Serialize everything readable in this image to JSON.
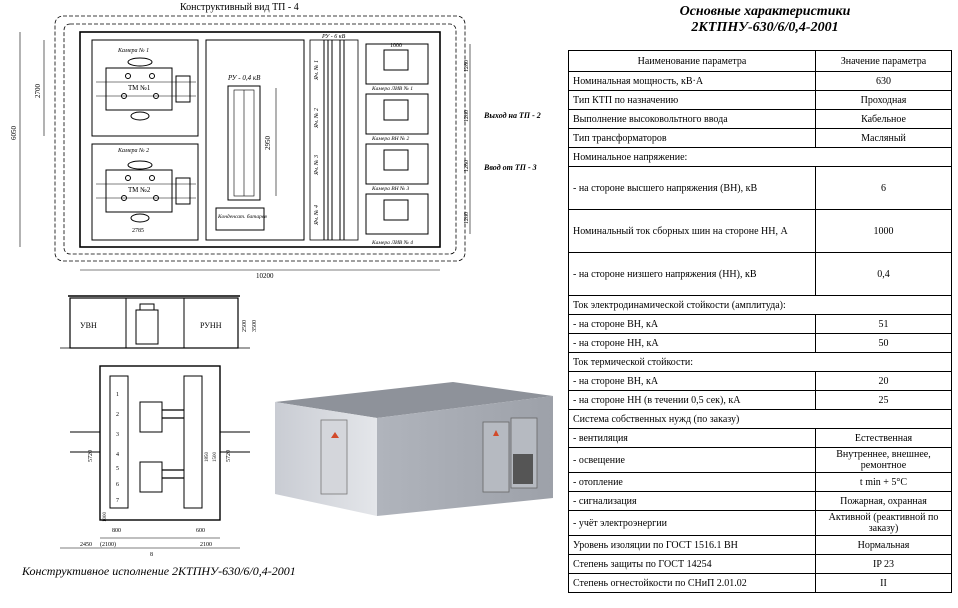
{
  "drawing": {
    "plan_title": "Конструктивный вид ТП - 4",
    "dim_total_width": "10200",
    "dim_total_height": "6050",
    "dim_chamber_height": "2700",
    "dim_chamber_width": "2785",
    "dim_ru04_height": "2950",
    "dim_cell_width": "1000",
    "dim_cell_height": "1280",
    "ru6_label": "РУ - 6 кВ",
    "ru04_label": "РУ - 0,4 кВ",
    "chamber1": "Камера № 1",
    "chamber2": "Камера № 2",
    "tm1": "ТМ №1",
    "tm2": "ТМ №2",
    "capacitor": "Конденсат. батарея",
    "cells": [
      "Камера ЛИВ № 1",
      "Камера ВН № 2",
      "Камера ВН № 3",
      "Камера ЛИВ № 4"
    ],
    "vertical_labels": [
      "Яч. № 1",
      "Яч. № 2",
      "Яч. № 3",
      "Яч. № 4"
    ],
    "exit_label": "Выход на ТП - 2",
    "entry_label": "Ввод от ТП - 3",
    "section_left": "УВН",
    "section_right": "РУНН",
    "section_h1": "2500",
    "section_h2": "3500",
    "lower_dims": [
      "2450",
      "(2100)",
      "8",
      "2100"
    ],
    "lower_dims2": [
      "800",
      "600"
    ],
    "lower_height": "5720",
    "lower_height2": "5720",
    "lower_small": [
      "1850",
      "1500",
      "1000"
    ],
    "cell_numbers": [
      "1",
      "2",
      "3",
      "4",
      "5",
      "6",
      "7"
    ],
    "caption": "Конструктивное исполнение 2КТПНУ-630/6/0,4-2001"
  },
  "spec": {
    "title_line1": "Основные характеристики",
    "title_line2": "2КТПНУ-630/6/0,4-2001",
    "header_param": "Наименование параметра",
    "header_value": "Значение параметра",
    "rows": [
      {
        "param": "Номинальная мощность, кВ·А",
        "value": "630"
      },
      {
        "param": "Тип КТП по назначению",
        "value": "Проходная"
      },
      {
        "param": "Выполнение высоковольтного ввода",
        "value": "Кабельное"
      },
      {
        "param": "Тип трансформаторов",
        "value": "Масляный"
      },
      {
        "full": "Номинальное напряжение:"
      },
      {
        "param": "- на стороне высшего напряжения (ВН), кВ",
        "value": "6",
        "tall": true
      },
      {
        "param": "Номинальный ток сборных шин на стороне НН, А",
        "value": "1000",
        "tall": true
      },
      {
        "param": "- на стороне низшего напряжения (НН), кВ",
        "value": "0,4",
        "tall": true
      },
      {
        "full": "Ток электродинамической стойкости (амплитуда):"
      },
      {
        "param": "- на стороне ВН, кА",
        "value": "51"
      },
      {
        "param": "- на стороне НН, кА",
        "value": "50"
      },
      {
        "full": "Ток термической стойкости:"
      },
      {
        "param": "- на стороне ВН, кА",
        "value": "20"
      },
      {
        "param": "- на стороне НН (в течении 0,5 сек), кА",
        "value": "25"
      },
      {
        "full": "Система собственных нужд (по заказу)"
      },
      {
        "param": "- вентиляция",
        "value": "Естественная"
      },
      {
        "param": "- освещение",
        "value": "Внутреннее, внешнее, ремонтное"
      },
      {
        "param": "- отопление",
        "value": "t min + 5°C"
      },
      {
        "param": "- сигнализация",
        "value": "Пожарная, охранная"
      },
      {
        "param": "- учёт электроэнергии",
        "value": "Активной (реактивной по заказу)"
      },
      {
        "param": "Уровень изоляции по ГОСТ 1516.1 ВН",
        "value": "Нормальная"
      },
      {
        "param": "Степень защиты по ГОСТ 14254",
        "value": "IP 23"
      },
      {
        "param": "Степень огнестойкости по СНиП 2.01.02",
        "value": "II"
      }
    ]
  }
}
